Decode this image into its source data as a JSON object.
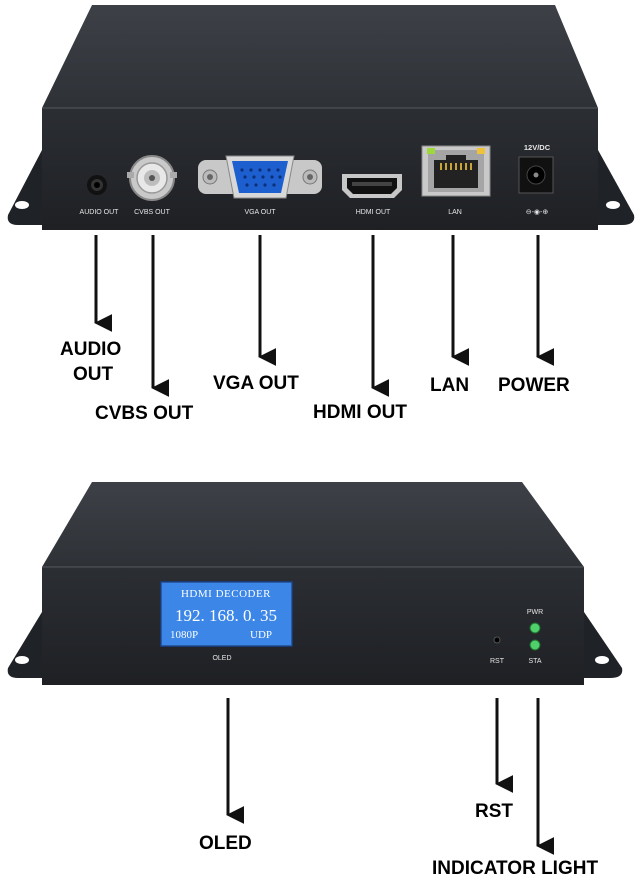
{
  "top_device": {
    "port_labels": {
      "audio": "AUDIO OUT",
      "cvbs": "CVBS OUT",
      "vga": "VGA OUT",
      "hdmi": "HDMI OUT",
      "lan": "LAN",
      "power_rating": "12V/DC",
      "polarity": "⊖-◉-⊕"
    },
    "callouts": {
      "audio_line1": "AUDIO",
      "audio_line2": "OUT",
      "cvbs": "CVBS OUT",
      "vga": "VGA OUT",
      "hdmi": "HDMI OUT",
      "lan": "LAN",
      "power": "POWER"
    }
  },
  "bottom_device": {
    "oled": {
      "line1": "HDMI DECODER",
      "line2": "192. 168. 0. 35",
      "line3_left": "1080P",
      "line3_right": "UDP"
    },
    "panel_labels": {
      "oled": "OLED",
      "rst": "RST",
      "pwr": "PWR",
      "sta": "STA"
    },
    "callouts": {
      "oled": "OLED",
      "rst": "RST",
      "indicator": "INDICATOR LIGHT"
    }
  },
  "colors": {
    "device_body": "#2a2d31",
    "device_top": "#3a3e44",
    "oled_bg": "#2f7fe6",
    "vga_blue": "#1e5fd0",
    "led_green": "#4fd06a",
    "arrow": "#111111"
  }
}
